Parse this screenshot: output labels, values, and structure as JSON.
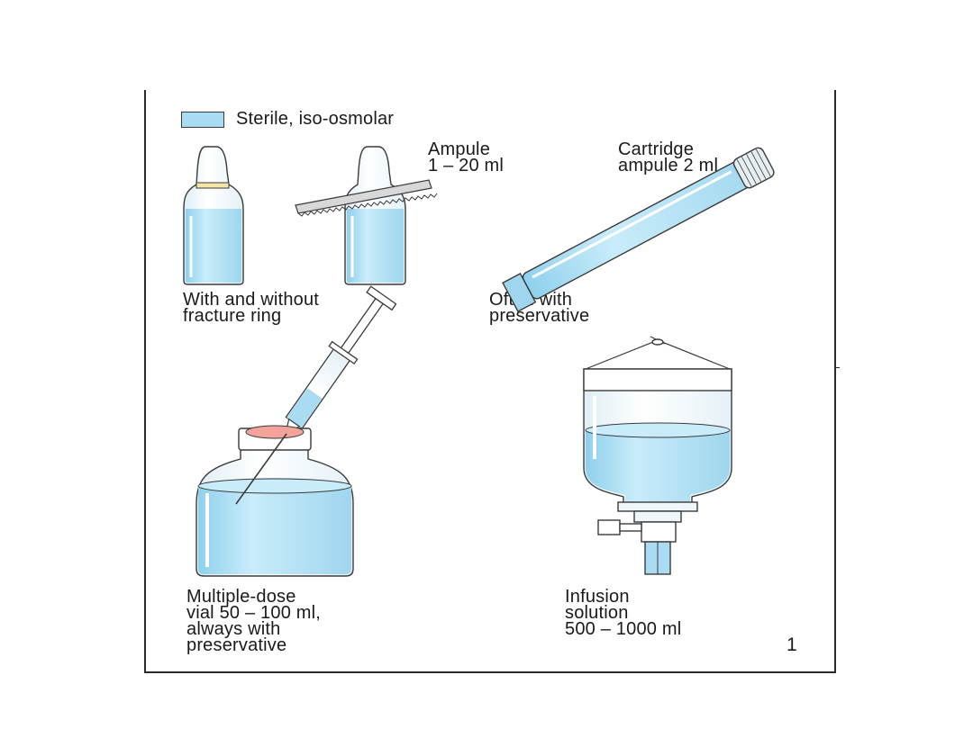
{
  "legend": {
    "label": "Sterile, iso-osmolar",
    "swatch_color": "#a9dcf2"
  },
  "ampule": {
    "title_line1": "Ampule",
    "title_line2": "1 – 20 ml"
  },
  "ampule_caption": {
    "line1": "With and without",
    "line2": "fracture ring"
  },
  "cartridge": {
    "title_line1": "Cartridge",
    "title_line2": "ampule 2 ml"
  },
  "cartridge_caption": {
    "line1": "Often with",
    "line2": "preservative"
  },
  "vial_caption": {
    "line1": "Multiple-dose",
    "line2": "vial 50 – 100 ml,",
    "line3": "always with",
    "line4": "preservative"
  },
  "infusion_caption": {
    "line1": "Infusion",
    "line2": "solution",
    "line3": "500 – 1000 ml"
  },
  "figure_number": "1",
  "colors": {
    "liquid": "#a9dcf2",
    "glass": "#eef6fa",
    "outline": "#3a3a3a",
    "stopper": "#f2a49a",
    "ring": "#f3e6a6"
  }
}
